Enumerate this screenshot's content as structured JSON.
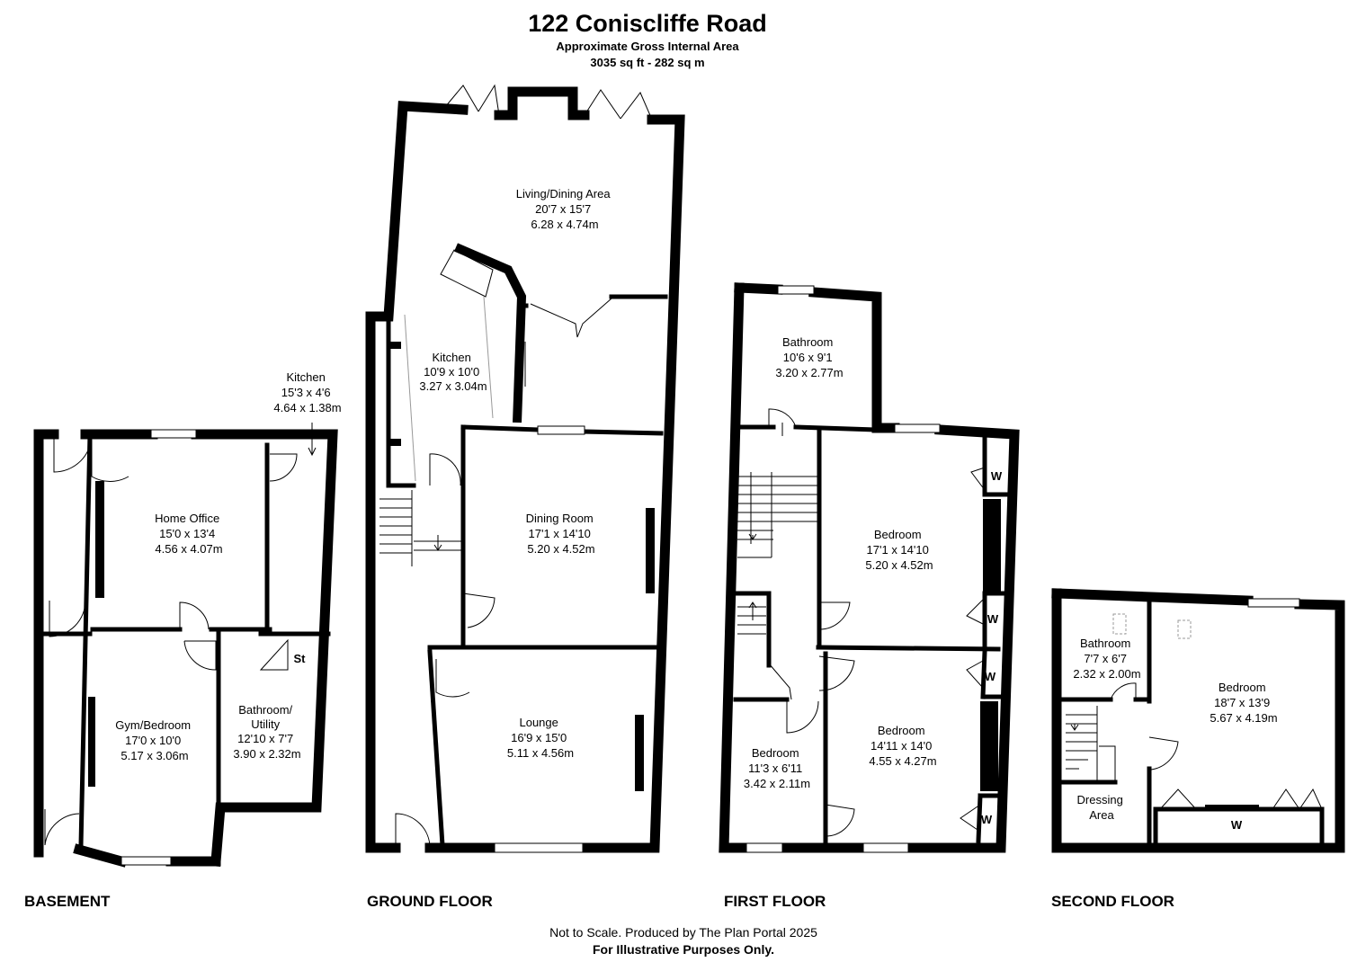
{
  "header": {
    "title": "122 Coniscliffe Road",
    "subtitle": "Approximate Gross Internal Area",
    "area": "3035 sq ft - 282 sq m"
  },
  "floors": {
    "basement": {
      "label": "BASEMENT",
      "rooms": [
        {
          "name": "Home Office",
          "imperial": "15'0 x 13'4",
          "metric": "4.56 x 4.07m"
        },
        {
          "name": "Kitchen",
          "imperial": "15'3 x 4'6",
          "metric": "4.64 x 1.38m"
        },
        {
          "name": "Gym/Bedroom",
          "imperial": "17'0 x 10'0",
          "metric": "5.17 x 3.06m"
        },
        {
          "name": "Bathroom/",
          "name2": "Utility",
          "imperial": "12'10 x 7'7",
          "metric": "3.90 x 2.32m"
        }
      ],
      "store": "St"
    },
    "ground": {
      "label": "GROUND FLOOR",
      "rooms": [
        {
          "name": "Living/Dining Area",
          "imperial": "20'7 x 15'7",
          "metric": "6.28 x 4.74m"
        },
        {
          "name": "Kitchen",
          "imperial": "10'9 x 10'0",
          "metric": "3.27 x 3.04m"
        },
        {
          "name": "Dining Room",
          "imperial": "17'1 x 14'10",
          "metric": "5.20 x 4.52m"
        },
        {
          "name": "Lounge",
          "imperial": "16'9 x 15'0",
          "metric": "5.11 x 4.56m"
        }
      ]
    },
    "first": {
      "label": "FIRST FLOOR",
      "rooms": [
        {
          "name": "Bathroom",
          "imperial": "10'6 x 9'1",
          "metric": "3.20 x 2.77m"
        },
        {
          "name": "Bedroom",
          "imperial": "17'1 x 14'10",
          "metric": "5.20 x 4.52m"
        },
        {
          "name": "Bedroom",
          "imperial": "14'11 x 14'0",
          "metric": "4.55 x 4.27m"
        },
        {
          "name": "Bedroom",
          "imperial": "11'3 x 6'11",
          "metric": "3.42 x 2.11m"
        }
      ],
      "wardrobe": "W"
    },
    "second": {
      "label": "SECOND FLOOR",
      "rooms": [
        {
          "name": "Bathroom",
          "imperial": "7'7 x 6'7",
          "metric": "2.32 x 2.00m"
        },
        {
          "name": "Bedroom",
          "imperial": "18'7 x 13'9",
          "metric": "5.67 x 4.19m"
        },
        {
          "name": "Dressing",
          "name2": "Area"
        }
      ],
      "wardrobe": "W"
    }
  },
  "footer": {
    "line1": "Not to Scale. Produced by The Plan Portal 2025",
    "line2": "For Illustrative Purposes Only."
  }
}
